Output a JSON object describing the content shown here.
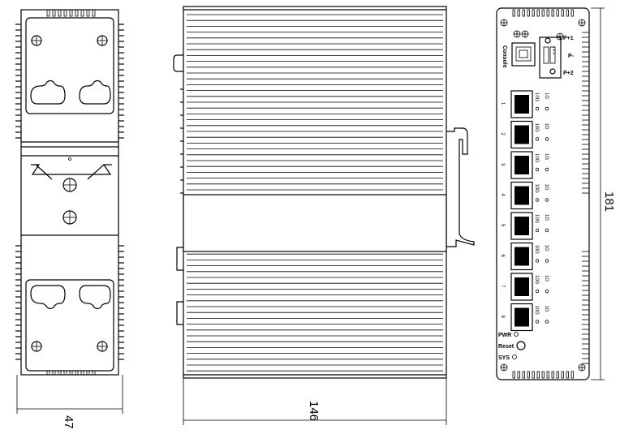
{
  "dimensions": {
    "width": "47",
    "length": "146",
    "height": "181"
  },
  "front_panel": {
    "power_labels": [
      "P+1",
      "P-",
      "P+2"
    ],
    "console_label": "Console",
    "ports": [
      {
        "number": "1",
        "speeds": [
          "10G",
          "1G"
        ]
      },
      {
        "number": "2",
        "speeds": [
          "10G",
          "1G"
        ]
      },
      {
        "number": "3",
        "speeds": [
          "10G",
          "1G"
        ]
      },
      {
        "number": "4",
        "speeds": [
          "10G",
          "1G"
        ]
      },
      {
        "number": "5",
        "speeds": [
          "10G",
          "1G"
        ]
      },
      {
        "number": "6",
        "speeds": [
          "10G",
          "1G"
        ]
      },
      {
        "number": "7",
        "speeds": [
          "10G",
          "1G"
        ]
      },
      {
        "number": "8",
        "speeds": [
          "10G",
          "1G"
        ]
      }
    ],
    "indicators": {
      "pwr": "PWR",
      "reset": "Reset",
      "sys": "SYS"
    }
  }
}
